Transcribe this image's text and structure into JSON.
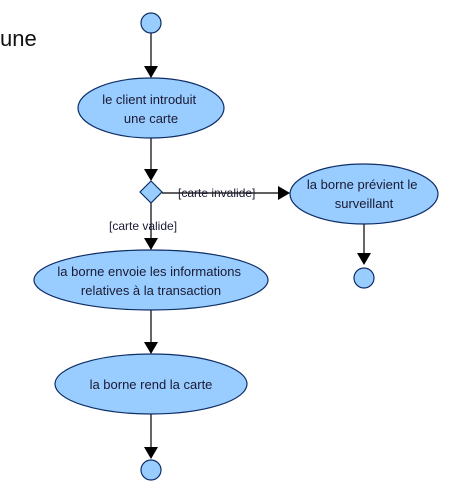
{
  "page": {
    "stray_text": "une"
  },
  "colors": {
    "node_fill": "#99ccff",
    "node_stroke": "#0e2e66",
    "edge": "#000000",
    "text": "#1a1a33"
  },
  "nodes": {
    "start": {
      "type": "initial-state"
    },
    "n1": {
      "type": "activity",
      "lines": [
        "le client introduit",
        "une carte"
      ]
    },
    "decision": {
      "type": "decision"
    },
    "n2": {
      "type": "activity",
      "lines": [
        "la borne envoie les informations",
        "relatives à la transaction"
      ]
    },
    "n3": {
      "type": "activity",
      "lines": [
        "la borne rend la carte"
      ]
    },
    "n4": {
      "type": "activity",
      "lines": [
        "la borne prévient le",
        "surveillant"
      ]
    },
    "end1": {
      "type": "final-state"
    },
    "end2": {
      "type": "final-state"
    }
  },
  "edges": {
    "valid_guard": "[carte valide]",
    "invalid_guard": "[carte invalide]"
  }
}
